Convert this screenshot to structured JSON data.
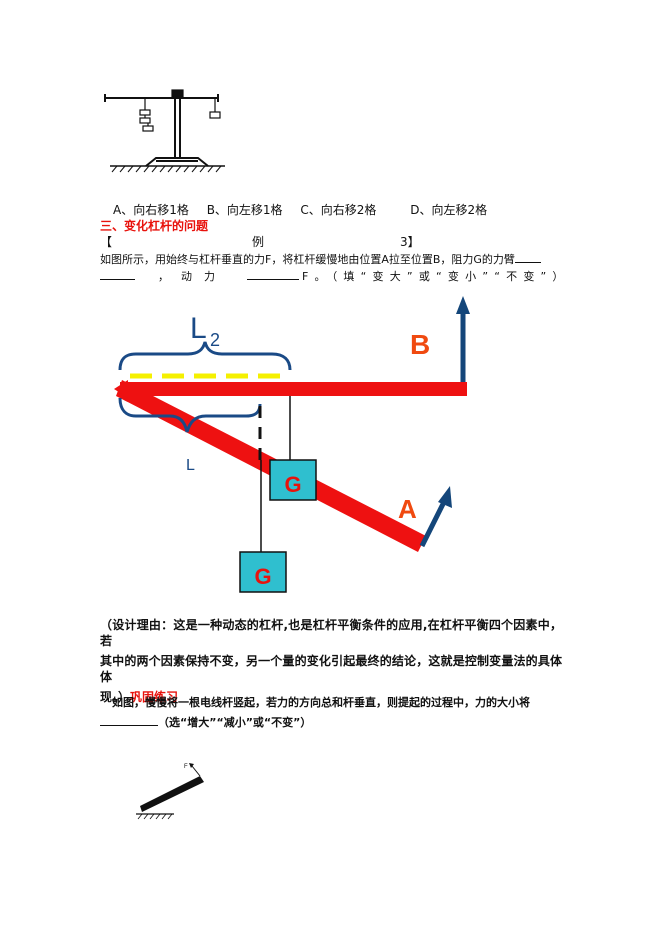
{
  "options": [
    "A、向右移1格",
    "B、向左移1格",
    "C、向右移2格",
    "D、向左移2格"
  ],
  "section_heading": "三、变化杠杆的问题",
  "example": {
    "open": "【",
    "word": "例",
    "number": "3】"
  },
  "question": {
    "line1": "如图所示，用始终与杠杆垂直的力F，将杠杆缓慢地由位置A拉至位置B，阻力G的力臂",
    "line2_part1": "，动力",
    "line2_part2": "F。（填“变大”或“变小”“不变”）"
  },
  "diagram": {
    "label_l2": "L",
    "label_l2_sub": "2",
    "label_l": "L",
    "label_b": "B",
    "label_a": "A",
    "weight_label": "G",
    "colors": {
      "lever": "#ee1111",
      "arrow": "#14467a",
      "brace": "#1a4a86",
      "dash": "#f5f000",
      "box": "#2fbfcf"
    }
  },
  "reason": {
    "line1": "（设计理由：这是一种动态的杠杆,也是杠杆平衡条件的应用,在杠杆平衡四个因素中，若",
    "line2": "其中的两个因素保持不变，另一个量的变化引起最终的结论，这就是控制变量法的具体体",
    "line3_part1": "现。）",
    "line3_part2": "巩固练习"
  },
  "practice": {
    "line1": "如图，慢慢将一根电线杆竖起，若力的方向总和杆垂直，则提起的过程中，力的大小将",
    "line2": "（选“增大”“减小”或“不变”）",
    "force_label": "F"
  }
}
